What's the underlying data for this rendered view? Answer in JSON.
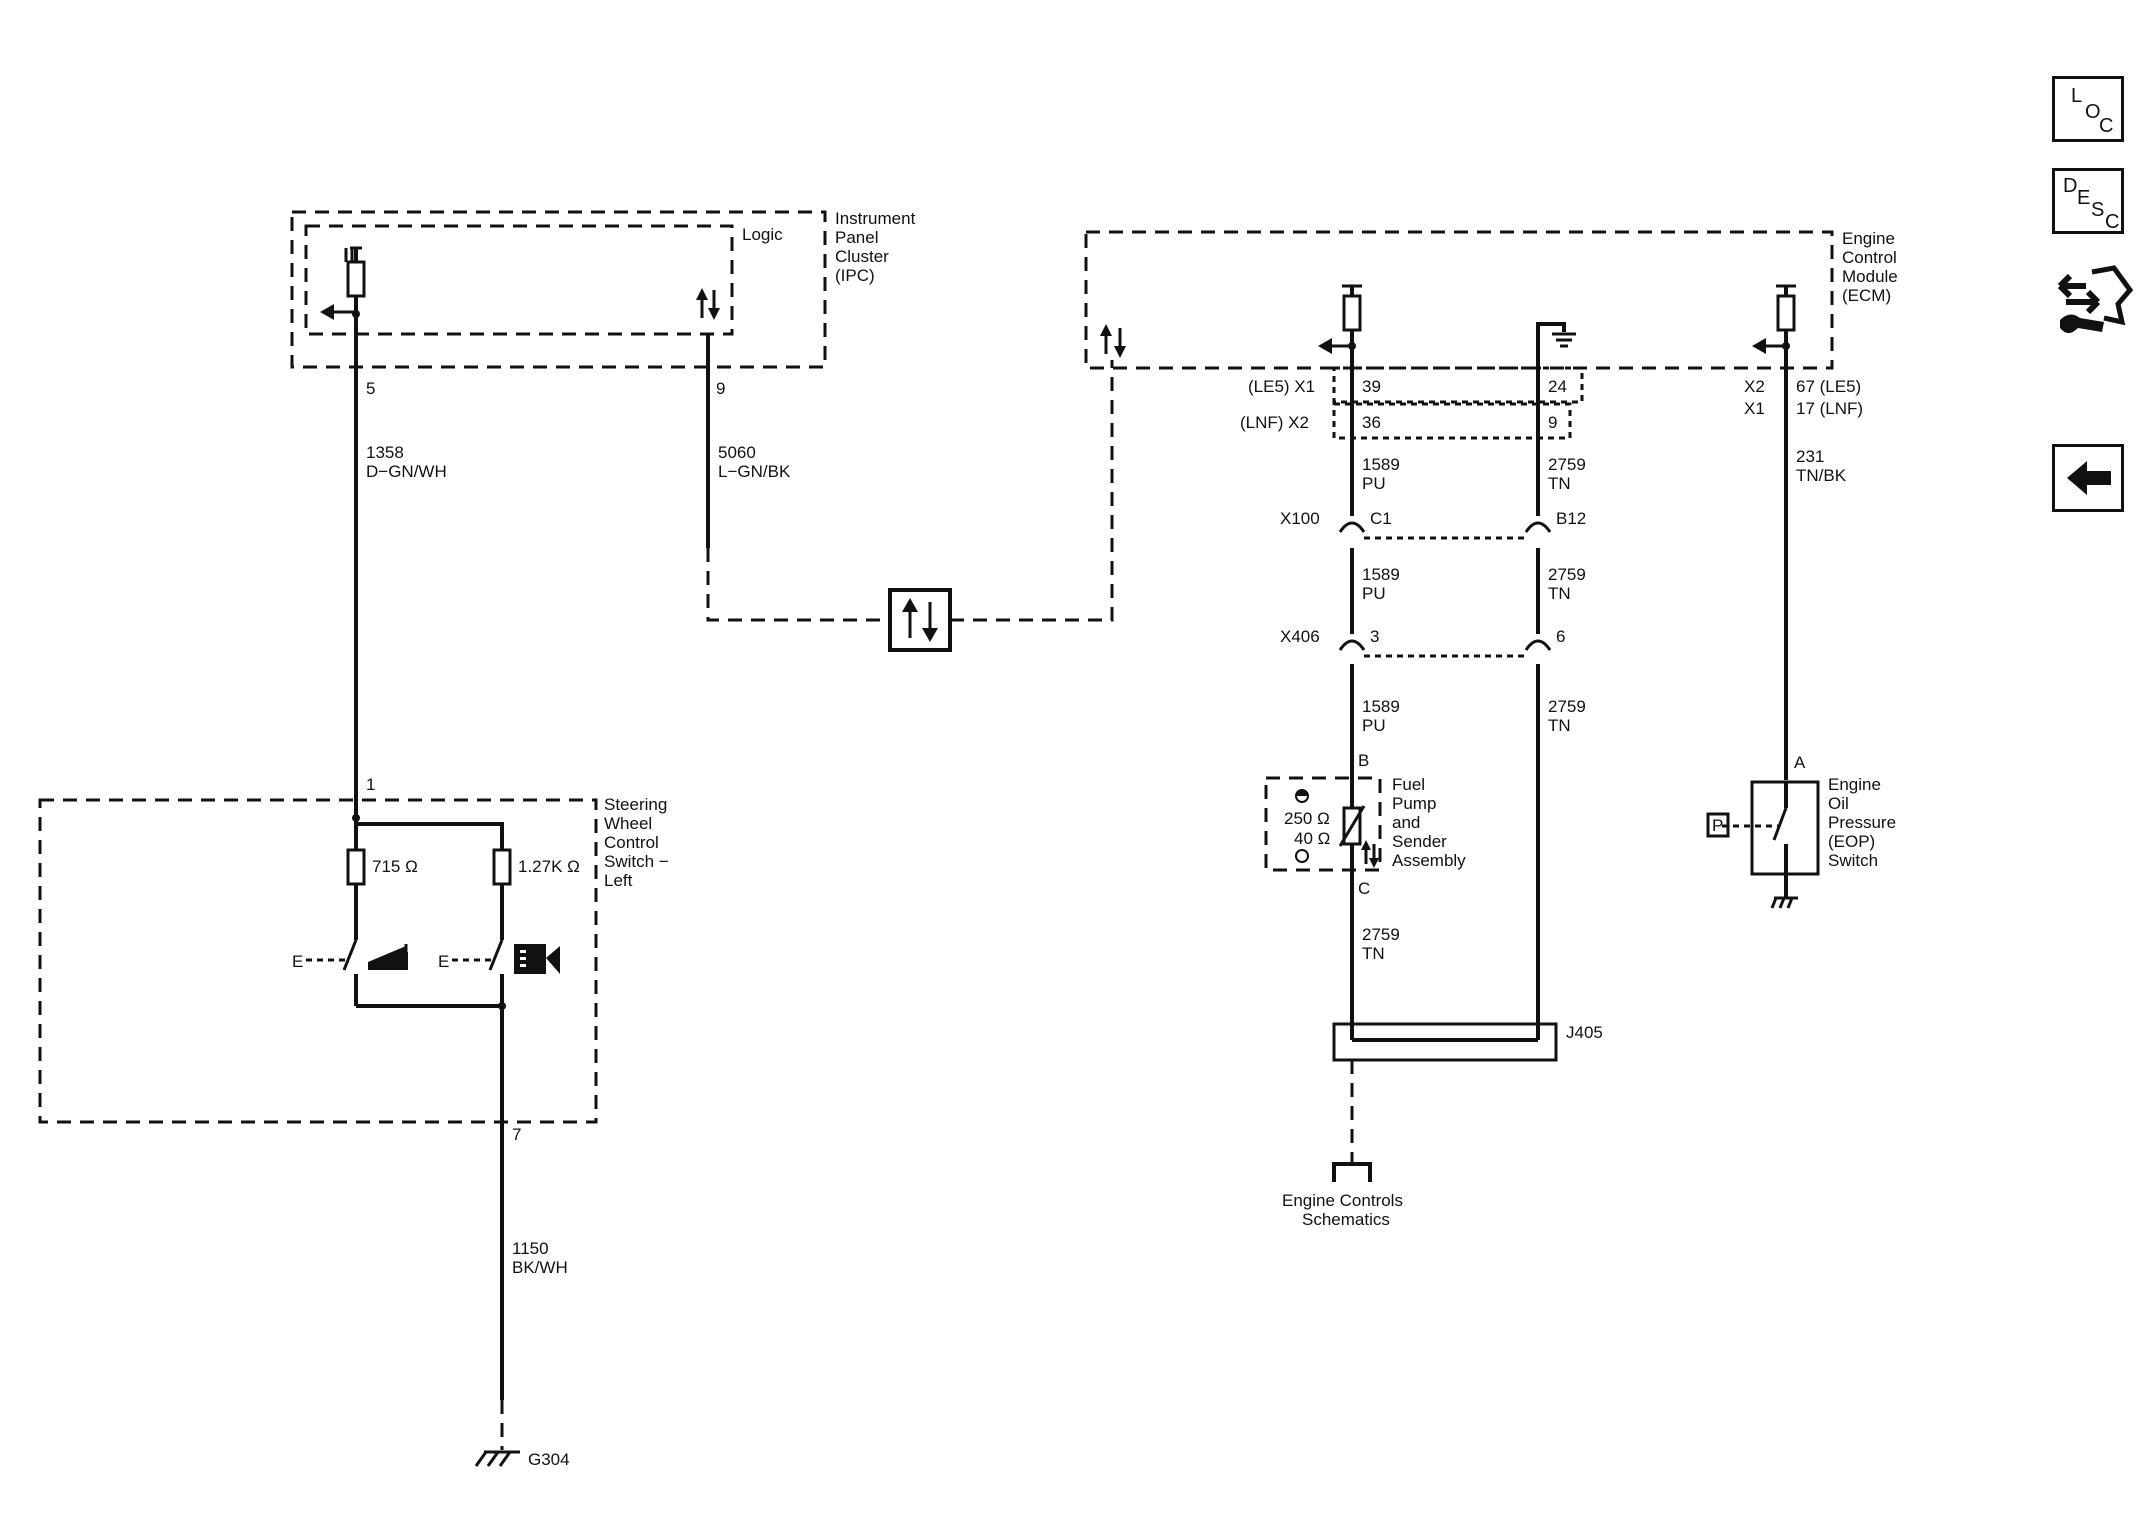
{
  "nav": {
    "loc": {
      "l1": "L",
      "l2": "O",
      "l3": "C"
    },
    "desc": {
      "l1": "D",
      "l2": "E",
      "l3": "S",
      "l4": "C"
    }
  },
  "ipc": {
    "name": [
      "Instrument",
      "Panel",
      "Cluster",
      "(IPC)"
    ],
    "logic": "Logic",
    "pin_a": "5",
    "pin_b": "9"
  },
  "wires": {
    "w1358": {
      "circuit": "1358",
      "color": "D−GN/WH"
    },
    "w5060": {
      "circuit": "5060",
      "color": "L−GN/BK"
    },
    "w1589": {
      "circuit": "1589",
      "color": "PU"
    },
    "w2759": {
      "circuit": "2759",
      "color": "TN"
    },
    "w231": {
      "circuit": "231",
      "color": "TN/BK"
    },
    "w1150": {
      "circuit": "1150",
      "color": "BK/WH"
    }
  },
  "ecm": {
    "name": [
      "Engine",
      "Control",
      "Module",
      "(ECM)"
    ],
    "le5_x1": "(LE5) X1",
    "lnf_x2": "(LNF) X2",
    "pin39": "39",
    "pin36": "36",
    "pin24": "24",
    "pin9": "9",
    "x2": "X2",
    "x1": "X1",
    "pin67": "67 (LE5)",
    "pin17": "17 (LNF)"
  },
  "connectors": {
    "x100": "X100",
    "c1": "C1",
    "b12": "B12",
    "x406": "X406",
    "p3": "3",
    "p6": "6",
    "j405": "J405"
  },
  "fuel_pump": {
    "name": [
      "Fuel",
      "Pump",
      "and",
      "Sender",
      "Assembly"
    ],
    "pin_b": "B",
    "pin_c": "C",
    "r_high": "250 Ω",
    "r_low": "40 Ω"
  },
  "eop": {
    "name": [
      "Engine",
      "Oil",
      "Pressure",
      "(EOP)",
      "Switch"
    ],
    "pin_a": "A",
    "p_label": "P"
  },
  "swc": {
    "name": [
      "Steering",
      "Wheel",
      "Control",
      "Switch −",
      "Left"
    ],
    "pin1": "1",
    "pin7": "7",
    "r1": "715 Ω",
    "r2": "1.27K Ω",
    "e1": "E",
    "e2": "E"
  },
  "ground": {
    "g304": "G304"
  },
  "engine_controls": {
    "line1": "Engine Controls",
    "line2": "Schematics"
  }
}
